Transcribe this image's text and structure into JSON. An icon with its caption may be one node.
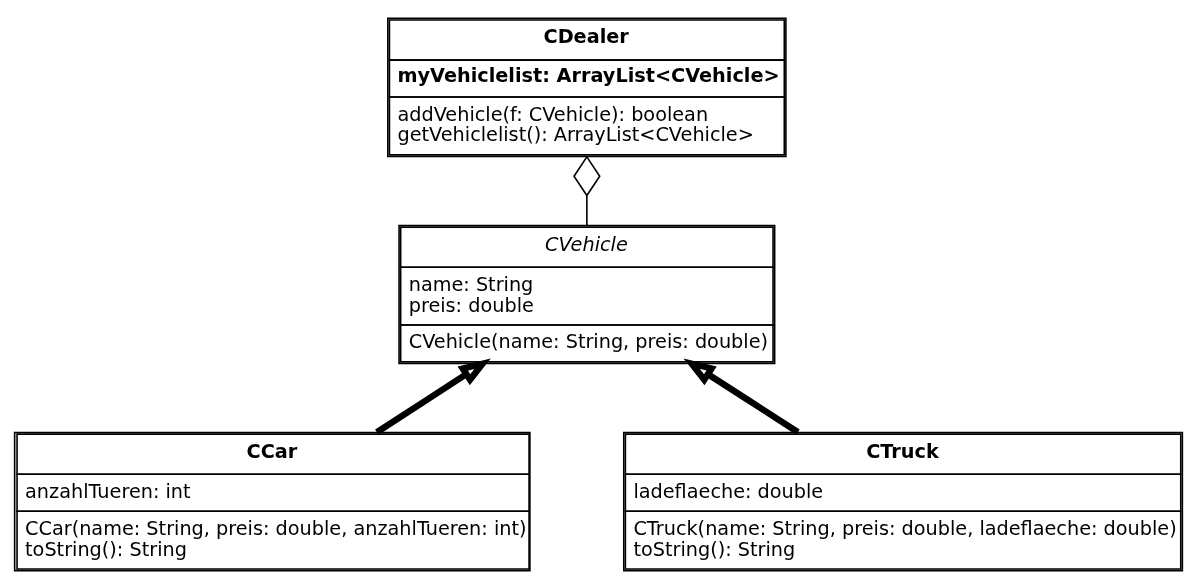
{
  "diagram": {
    "nodes": [
      {
        "text": [
          "CDealer",
          "myVehiclelist: ArrayList<CVehicle>",
          "addVehicle(f: CVehicle): boolean",
          "getVehiclelist(): ArrayList<CVehicle>"
        ]
      },
      {
        "text": [
          "CVehicle",
          "name: String",
          "preis: double",
          "CVehicle(name: String, preis: double)"
        ]
      },
      {
        "text": [
          "CCar",
          "anzahlTueren: int",
          "CCar(name: String, preis: double, anzahlTueren: int)",
          "toString(): String"
        ]
      },
      {
        "text": [
          "CTruck",
          "ladeflaeche: double",
          "CTruck(name: String, preis: double, ladeflaeche: double)",
          "toString(): String"
        ]
      }
    ],
    "edges": [
      {
        "from": 0,
        "to": 1,
        "arrow": "other"
      },
      {
        "from": 2,
        "to": 1,
        "arrow": "to"
      },
      {
        "from": 3,
        "to": 1,
        "arrow": "to"
      }
    ]
  }
}
